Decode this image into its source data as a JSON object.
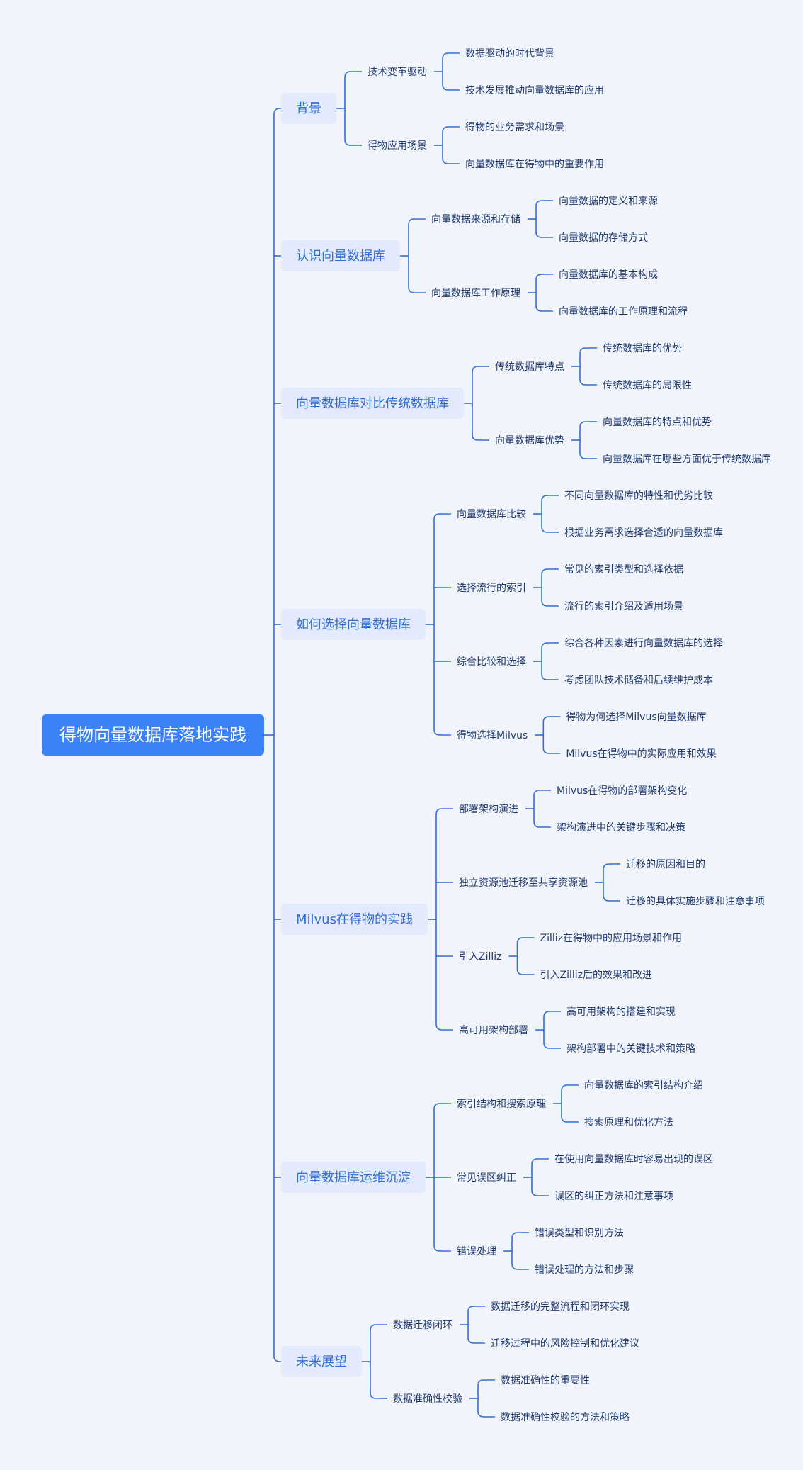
{
  "root": "得物向量数据库落地实践",
  "colors": {
    "background": "#f2f4fc",
    "root_fill": "#3b82f6",
    "topic_fill": "#e3eafb",
    "line": "#2f6fd6",
    "topic_text": "#2f6fd6",
    "leaf_text": "#1e3a6e"
  },
  "topics": [
    {
      "label": "背景",
      "children": [
        {
          "label": "技术变革驱动",
          "children": [
            "数据驱动的时代背景",
            "技术发展推动向量数据库的应用"
          ]
        },
        {
          "label": "得物应用场景",
          "children": [
            "得物的业务需求和场景",
            "向量数据库在得物中的重要作用"
          ]
        }
      ]
    },
    {
      "label": "认识向量数据库",
      "children": [
        {
          "label": "向量数据来源和存储",
          "children": [
            "向量数据的定义和来源",
            "向量数据的存储方式"
          ]
        },
        {
          "label": "向量数据库工作原理",
          "children": [
            "向量数据库的基本构成",
            "向量数据库的工作原理和流程"
          ]
        }
      ]
    },
    {
      "label": "向量数据库对比传统数据库",
      "children": [
        {
          "label": "传统数据库特点",
          "children": [
            "传统数据库的优势",
            "传统数据库的局限性"
          ]
        },
        {
          "label": "向量数据库优势",
          "children": [
            "向量数据库的特点和优势",
            "向量数据库在哪些方面优于传统数据库"
          ]
        }
      ]
    },
    {
      "label": "如何选择向量数据库",
      "children": [
        {
          "label": "向量数据库比较",
          "children": [
            "不同向量数据库的特性和优劣比较",
            "根据业务需求选择合适的向量数据库"
          ]
        },
        {
          "label": "选择流行的索引",
          "children": [
            "常见的索引类型和选择依据",
            "流行的索引介绍及适用场景"
          ]
        },
        {
          "label": "综合比较和选择",
          "children": [
            "综合各种因素进行向量数据库的选择",
            "考虑团队技术储备和后续维护成本"
          ]
        },
        {
          "label": "得物选择Milvus",
          "children": [
            "得物为何选择Milvus向量数据库",
            "Milvus在得物中的实际应用和效果"
          ]
        }
      ]
    },
    {
      "label": "Milvus在得物的实践",
      "children": [
        {
          "label": "部署架构演进",
          "children": [
            "Milvus在得物的部署架构变化",
            "架构演进中的关键步骤和决策"
          ]
        },
        {
          "label": "独立资源池迁移至共享资源池",
          "children": [
            "迁移的原因和目的",
            "迁移的具体实施步骤和注意事项"
          ]
        },
        {
          "label": "引入Zilliz",
          "children": [
            "Zilliz在得物中的应用场景和作用",
            "引入Zilliz后的效果和改进"
          ]
        },
        {
          "label": "高可用架构部署",
          "children": [
            "高可用架构的搭建和实现",
            "架构部署中的关键技术和策略"
          ]
        }
      ]
    },
    {
      "label": "向量数据库运维沉淀",
      "children": [
        {
          "label": "索引结构和搜索原理",
          "children": [
            "向量数据库的索引结构介绍",
            "搜索原理和优化方法"
          ]
        },
        {
          "label": "常见误区纠正",
          "children": [
            "在使用向量数据库时容易出现的误区",
            "误区的纠正方法和注意事项"
          ]
        },
        {
          "label": "错误处理",
          "children": [
            "错误类型和识别方法",
            "错误处理的方法和步骤"
          ]
        }
      ]
    },
    {
      "label": "未来展望",
      "children": [
        {
          "label": "数据迁移闭环",
          "children": [
            "数据迁移的完整流程和闭环实现",
            "迁移过程中的风险控制和优化建议"
          ]
        },
        {
          "label": "数据准确性校验",
          "children": [
            "数据准确性的重要性",
            "数据准确性校验的方法和策略"
          ]
        }
      ]
    }
  ]
}
